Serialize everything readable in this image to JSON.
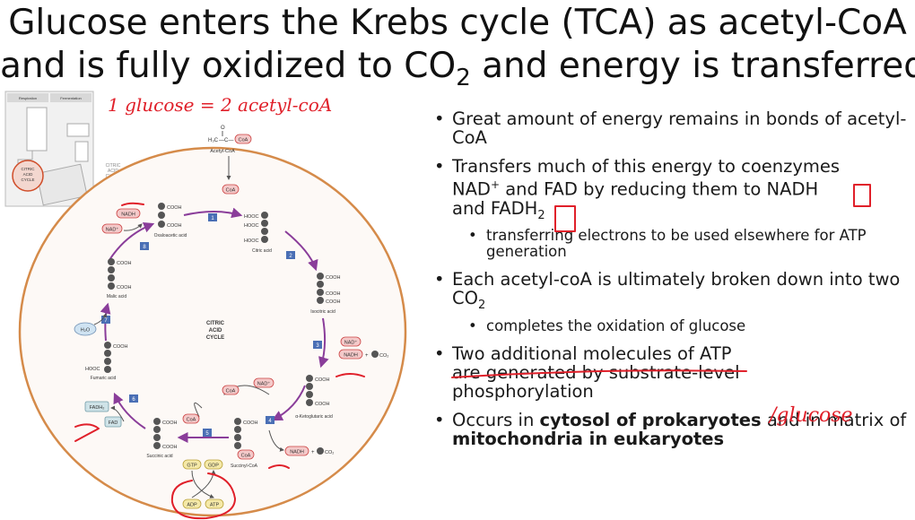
{
  "title": {
    "line1": "Glucose enters the Krebs cycle (TCA) as acetyl-CoA",
    "line2_prefix": "and is fully oxidized to CO",
    "line2_sub": "2",
    "line2_suffix": " and energy is transferred"
  },
  "annotations": {
    "top": "1 glucose = 2 acetyl-coA",
    "per_glucose": "/glucose"
  },
  "diagram": {
    "thumb": {
      "respiration": "Respiration",
      "fermentation": "Fermentation",
      "cac": [
        "CITRIC",
        "ACID",
        "CYCLE"
      ],
      "label_right": [
        "CITRIC",
        "ACID",
        "CYCLE"
      ]
    },
    "cycle_title": [
      "CITRIC",
      "ACID",
      "CYCLE"
    ],
    "acetyl_coa": "Acetyl-CoA",
    "h3c": "H₃C",
    "coa": "CoA",
    "oxaloacetic": "Oxaloacetic acid",
    "citric": "Citric acid",
    "isocitric": "Isocitric acid",
    "ketoglutaric": "α-Ketoglutaric acid",
    "succinyl": "Succinyl-CoA",
    "succinic": "Succinic acid",
    "fumaric": "Fumaric acid",
    "malic": "Malic acid",
    "nadh": "NADH",
    "nad_plus": "NAD⁺",
    "fadh2": "FADH₂",
    "fad": "FAD",
    "h2o": "H₂O",
    "co2": "CO₂",
    "gtp": "GTP",
    "gdp": "GDP",
    "adp": "ADP",
    "atp": "ATP",
    "cooh": "COOH",
    "hooc": "HOOC",
    "steps": [
      "1",
      "2",
      "3",
      "4",
      "5",
      "6",
      "7",
      "8"
    ]
  },
  "bullets": {
    "b1": "Great amount of energy remains in bonds of acetyl-CoA",
    "b2_line1": "Transfers much of this energy to coenzymes",
    "b2_nad": "NAD",
    "b2_sup": "+",
    "b2_mid": " and FAD by reducing them to NADH",
    "b2_line3_prefix": "and FADH",
    "b2_line3_sub": "2",
    "b2_sub1": "transferring electrons to be used elsewhere for ATP generation",
    "b3_prefix": "Each acetyl-coA is ultimately broken down into two CO",
    "b3_sub": "2",
    "b3_sub1": "completes the oxidation of glucose",
    "b4": "Two additional molecules of ATP are generated by substrate-level phosphorylation",
    "b5_pre": "Occurs in ",
    "b5_bold1": "cytosol of prokaryotes",
    "b5_mid": " and in matrix of ",
    "b5_bold2": "mitochondria in eukaryotes"
  }
}
